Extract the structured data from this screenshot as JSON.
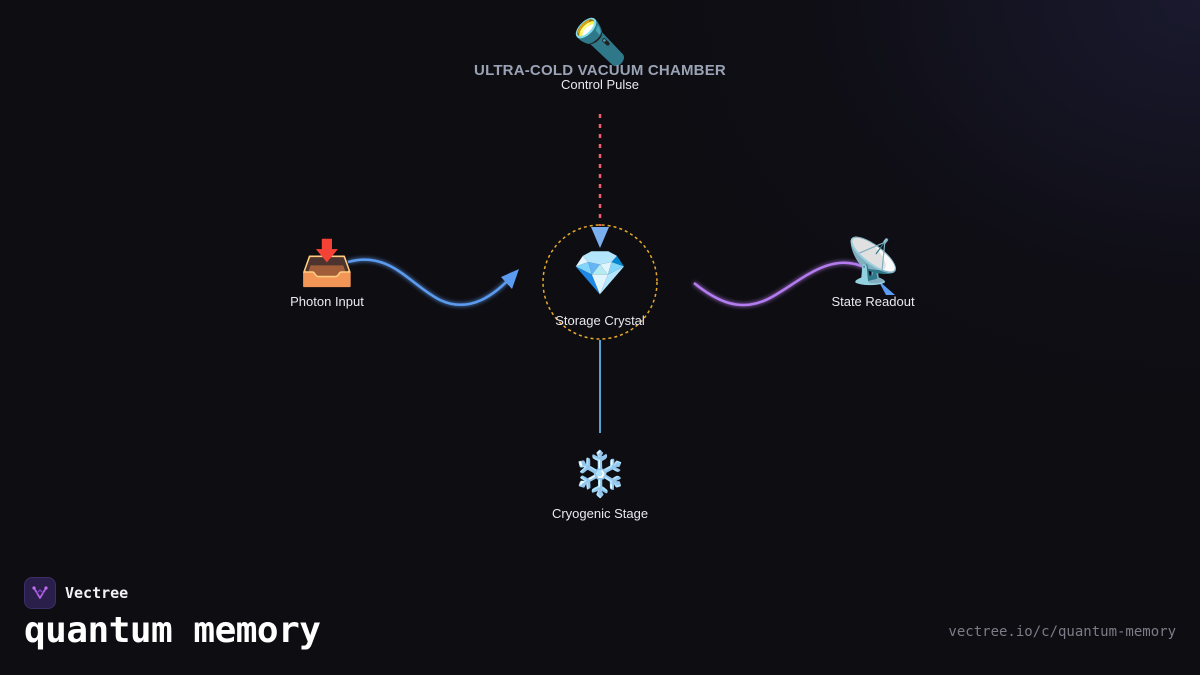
{
  "diagram": {
    "title": "ULTRA-COLD VACUUM CHAMBER",
    "nodes": {
      "control_pulse": {
        "label": "Control Pulse",
        "icon": "flashlight-icon",
        "glyph": "🔦"
      },
      "photon_input": {
        "label": "Photon Input",
        "icon": "inbox-tray-icon",
        "glyph": "📥"
      },
      "storage_crystal": {
        "label": "Storage Crystal",
        "icon": "gem-icon",
        "glyph": "💎"
      },
      "state_readout": {
        "label": "State Readout",
        "icon": "satellite-antenna-icon",
        "glyph": "📡"
      },
      "cryogenic_stage": {
        "label": "Cryogenic Stage",
        "icon": "snowflake-icon",
        "glyph": "❄️"
      }
    },
    "edges": [
      {
        "from": "control_pulse",
        "to": "storage_crystal",
        "style": "dotted",
        "color": "#f0606a"
      },
      {
        "from": "photon_input",
        "to": "storage_crystal",
        "style": "wave",
        "color": "#5b9cf0"
      },
      {
        "from": "storage_crystal",
        "to": "state_readout",
        "style": "wave",
        "color": "#b57cf0"
      },
      {
        "from": "storage_crystal",
        "to": "cryogenic_stage",
        "style": "solid",
        "color": "#5fb4e8"
      }
    ],
    "crystal_ring_color": "#e6a92a"
  },
  "footer": {
    "brand": "Vectree",
    "title": "quantum memory",
    "url": "vectree.io/c/quantum-memory"
  },
  "colors": {
    "background": "#0e0d12",
    "brand_logo": "#2a1f4a",
    "brand_mark": "#b060e0"
  }
}
